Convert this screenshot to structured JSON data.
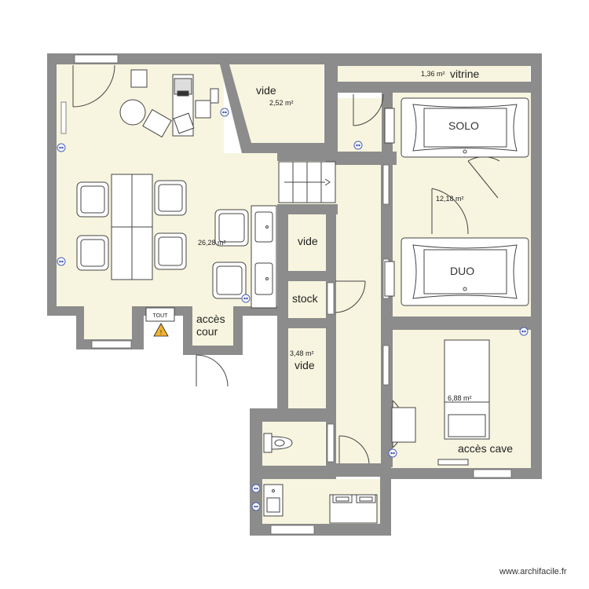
{
  "rooms": {
    "main": {
      "area": "26,28 m²"
    },
    "vide_top": {
      "name": "vide",
      "area": "2,52 m²"
    },
    "vitrine": {
      "area": "1,36 m²",
      "name": "vitrine"
    },
    "spa": {
      "area": "12,18 m²",
      "tub_solo": "SOLO",
      "tub_duo": "DUO"
    },
    "vide_mid": {
      "name": "vide"
    },
    "stock": {
      "name": "stock"
    },
    "vide_low": {
      "area": "3,48 m²",
      "name": "vide"
    },
    "bedroom": {
      "area": "6,88 m²",
      "access": "accès cave"
    },
    "courtyard": {
      "line1": "accès",
      "line2": "cour"
    }
  },
  "equipment": {
    "tout_sign": "TOUT"
  },
  "watermark": "www.archifacile.fr",
  "colors": {
    "floor": "#f7f5df",
    "wall": "#8c8c8c",
    "line": "#444444",
    "outlet": "#4a5fb4"
  }
}
